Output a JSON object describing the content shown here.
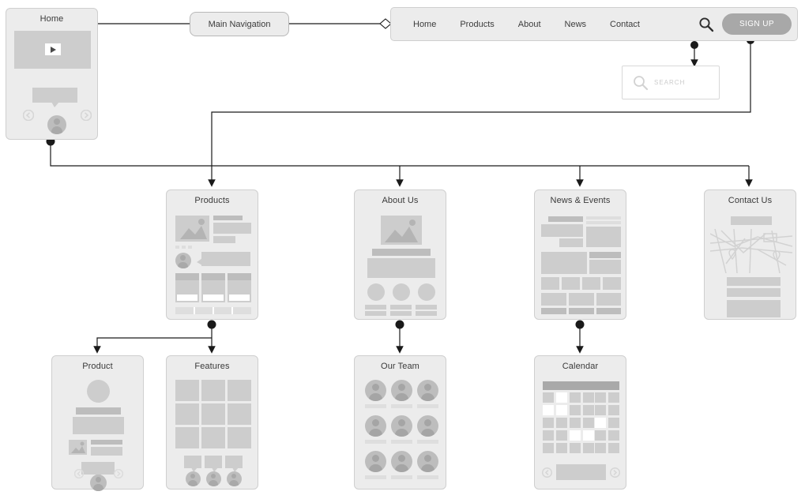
{
  "diagram": {
    "type": "sitemap-wireframe",
    "title": "Website Sitemap Wireframe"
  },
  "home_card": {
    "title": "Home",
    "elements": [
      "hero-video-banner",
      "play-button",
      "caption-bubble",
      "avatar",
      "prev-arrow",
      "next-arrow"
    ]
  },
  "main_navigation": {
    "label": "Main Navigation"
  },
  "navbar": {
    "links": [
      {
        "label": "Home"
      },
      {
        "label": "Products"
      },
      {
        "label": "About"
      },
      {
        "label": "News"
      },
      {
        "label": "Contact"
      }
    ],
    "search_icon": "search-icon",
    "signup_label": "SIGN UP",
    "signup_color": "#a8a8a8"
  },
  "search_overlay": {
    "icon": "search-icon",
    "placeholder": "SEARCH"
  },
  "level2": [
    {
      "title": "Products",
      "name": "products"
    },
    {
      "title": "About Us",
      "name": "about-us"
    },
    {
      "title": "News & Events",
      "name": "news-events"
    },
    {
      "title": "Contact Us",
      "name": "contact-us"
    }
  ],
  "level3": [
    {
      "title": "Product",
      "name": "product"
    },
    {
      "title": "Features",
      "name": "features"
    },
    {
      "title": "Our Team",
      "name": "our-team"
    },
    {
      "title": "Calendar",
      "name": "calendar"
    }
  ],
  "colors": {
    "card_fill": "#ececec",
    "card_border": "#cfcfcf",
    "block": "#cdcdcd",
    "block_dark": "#bdbdbd",
    "block_light": "#dedede",
    "edge": "#1a1a1a",
    "canvas": "#ffffff"
  }
}
